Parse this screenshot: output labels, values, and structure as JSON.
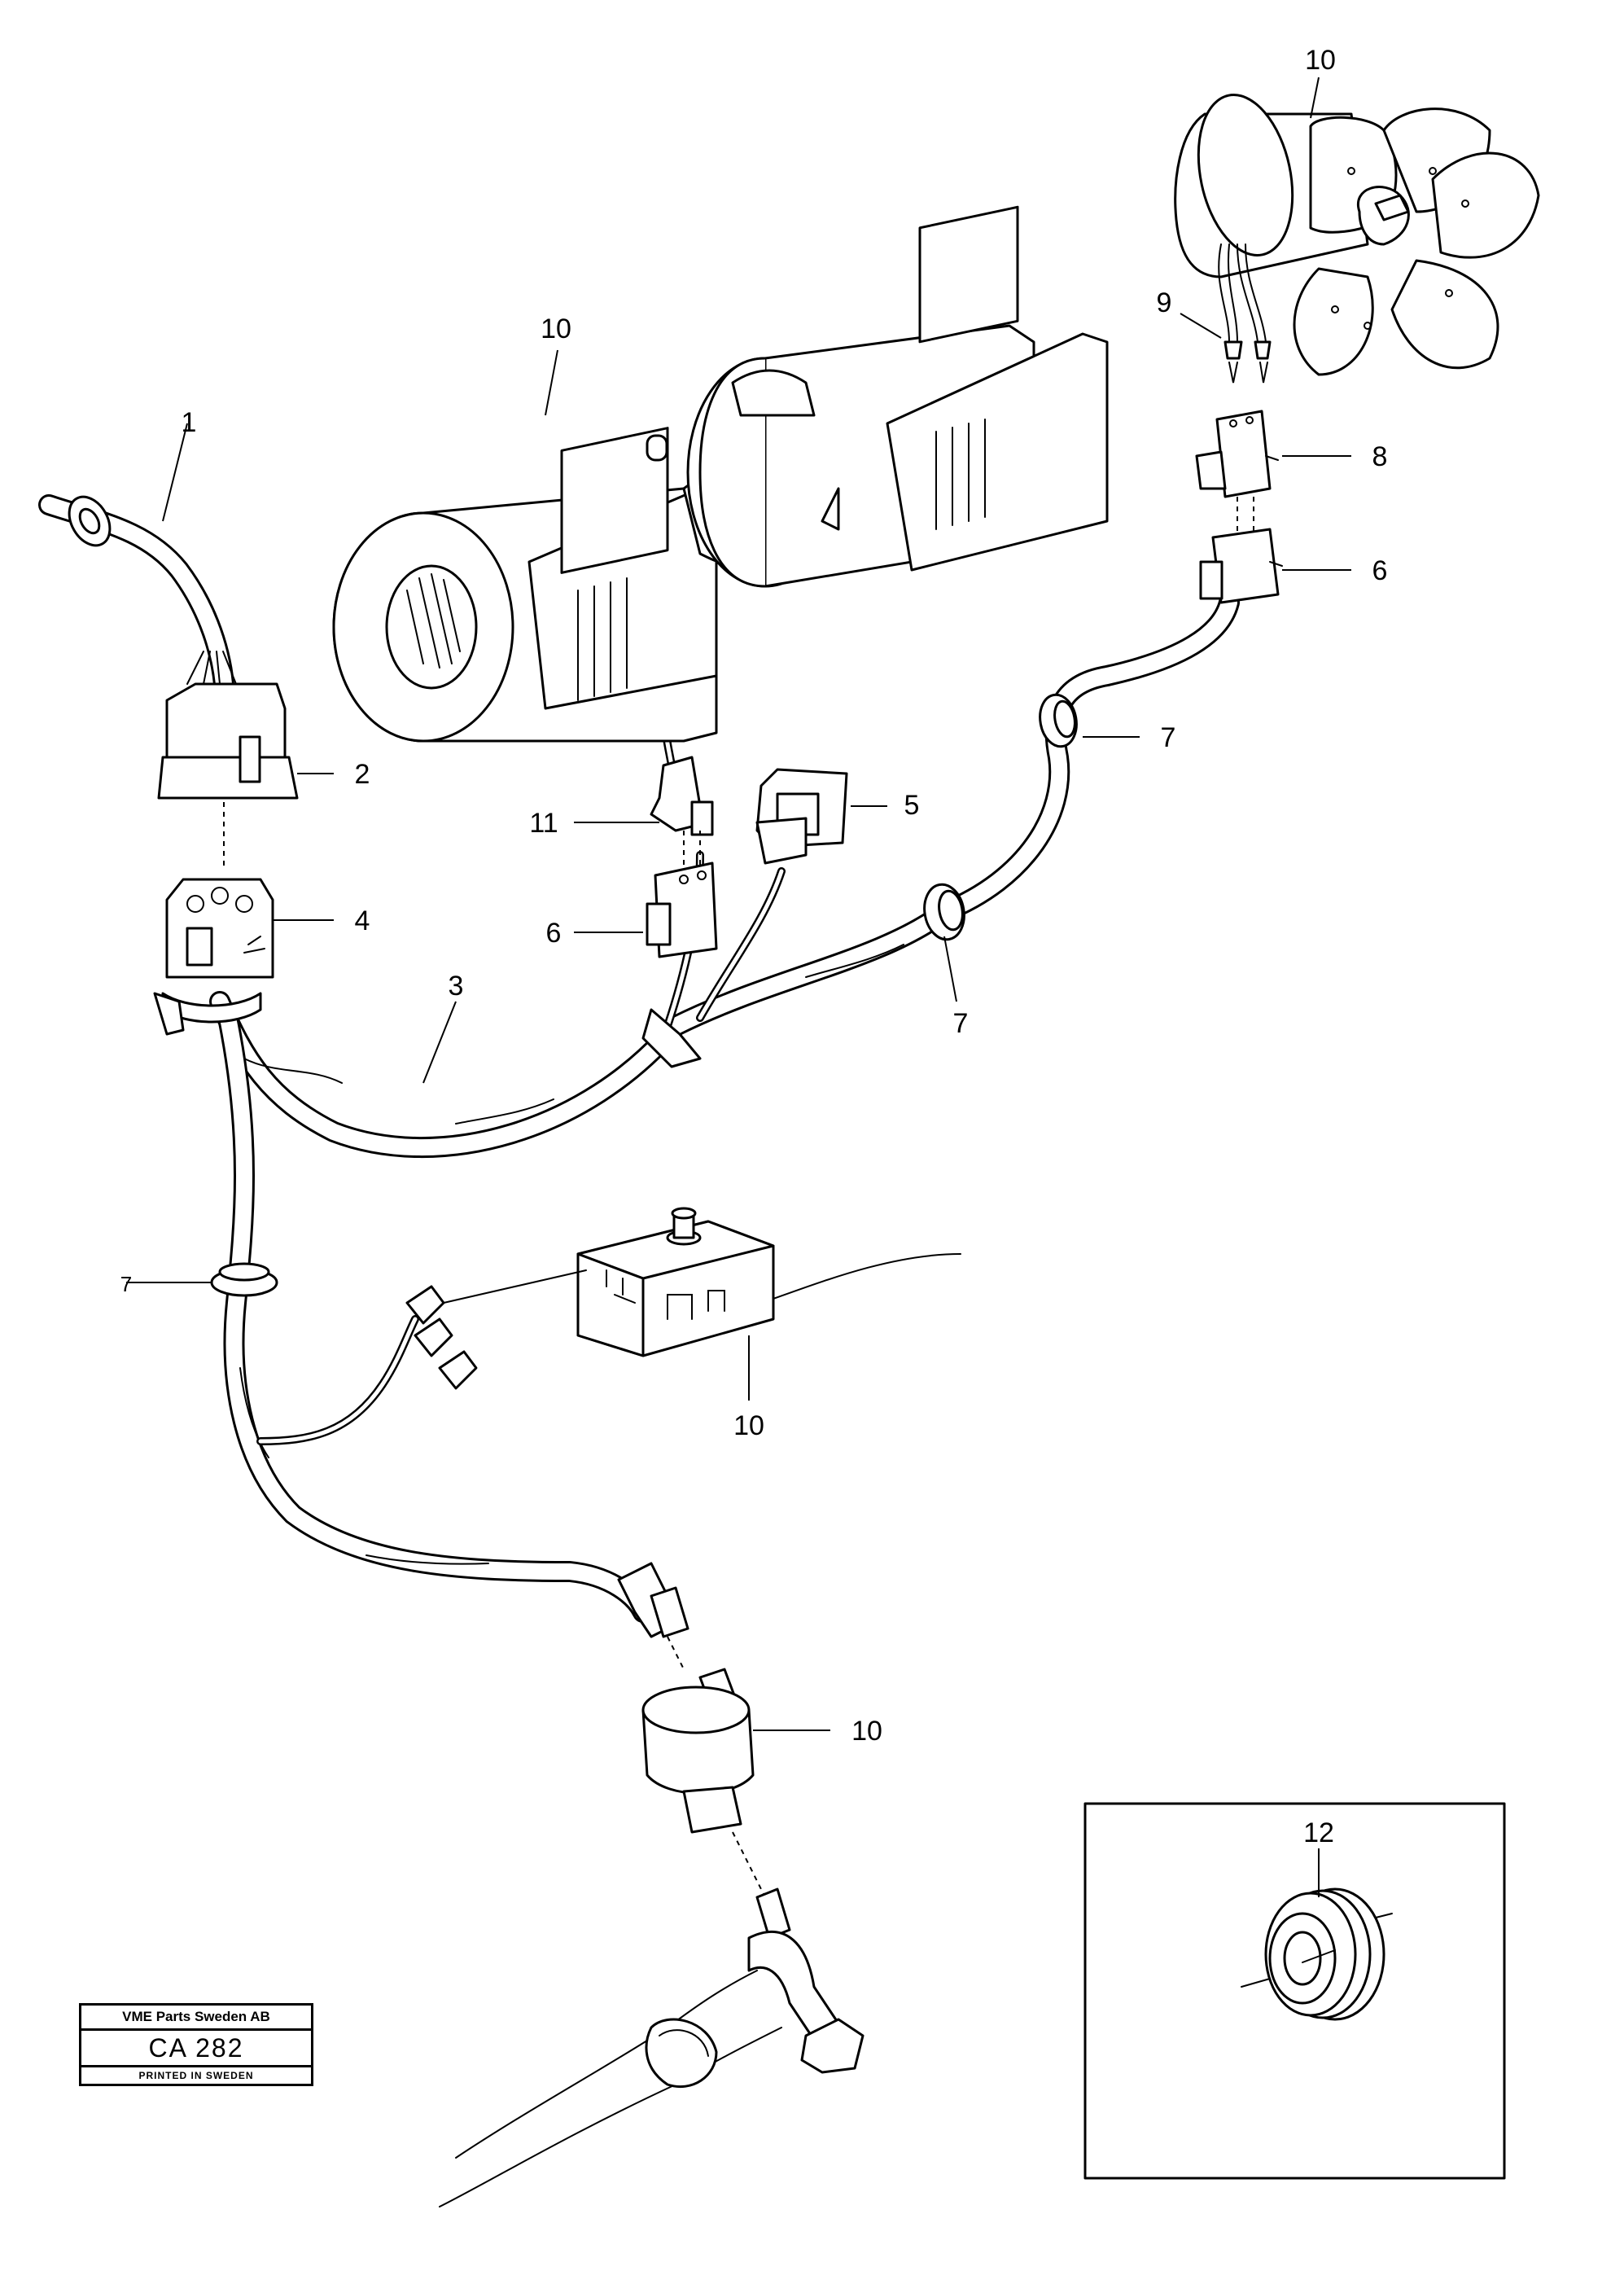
{
  "labels": {
    "l1": "1",
    "l2": "2",
    "l3": "3",
    "l4": "4",
    "l5": "5",
    "l6a": "6",
    "l6b": "6",
    "l7a": "7",
    "l7b": "7",
    "l7c": "7",
    "l8": "8",
    "l9": "9",
    "l10a": "10",
    "l10b": "10",
    "l10c": "10",
    "l10d": "10",
    "l11": "11",
    "l12": "12"
  },
  "stamp": {
    "company": "VME Parts Sweden AB",
    "code": "CA 282",
    "printed": "PRINTED IN SWEDEN"
  }
}
